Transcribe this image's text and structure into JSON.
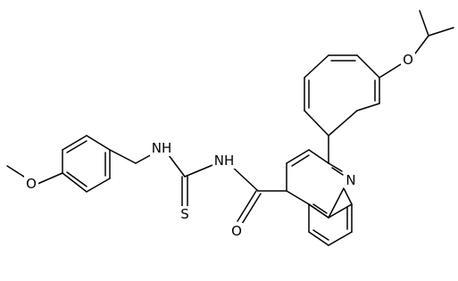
{
  "molecule": {
    "atoms": {
      "o_methoxy": "O",
      "nh_left": "NH",
      "nh_right": "NH",
      "s_thione": "S",
      "o_amide": "O",
      "n_quinoline": "N",
      "o_ether": "O"
    }
  }
}
